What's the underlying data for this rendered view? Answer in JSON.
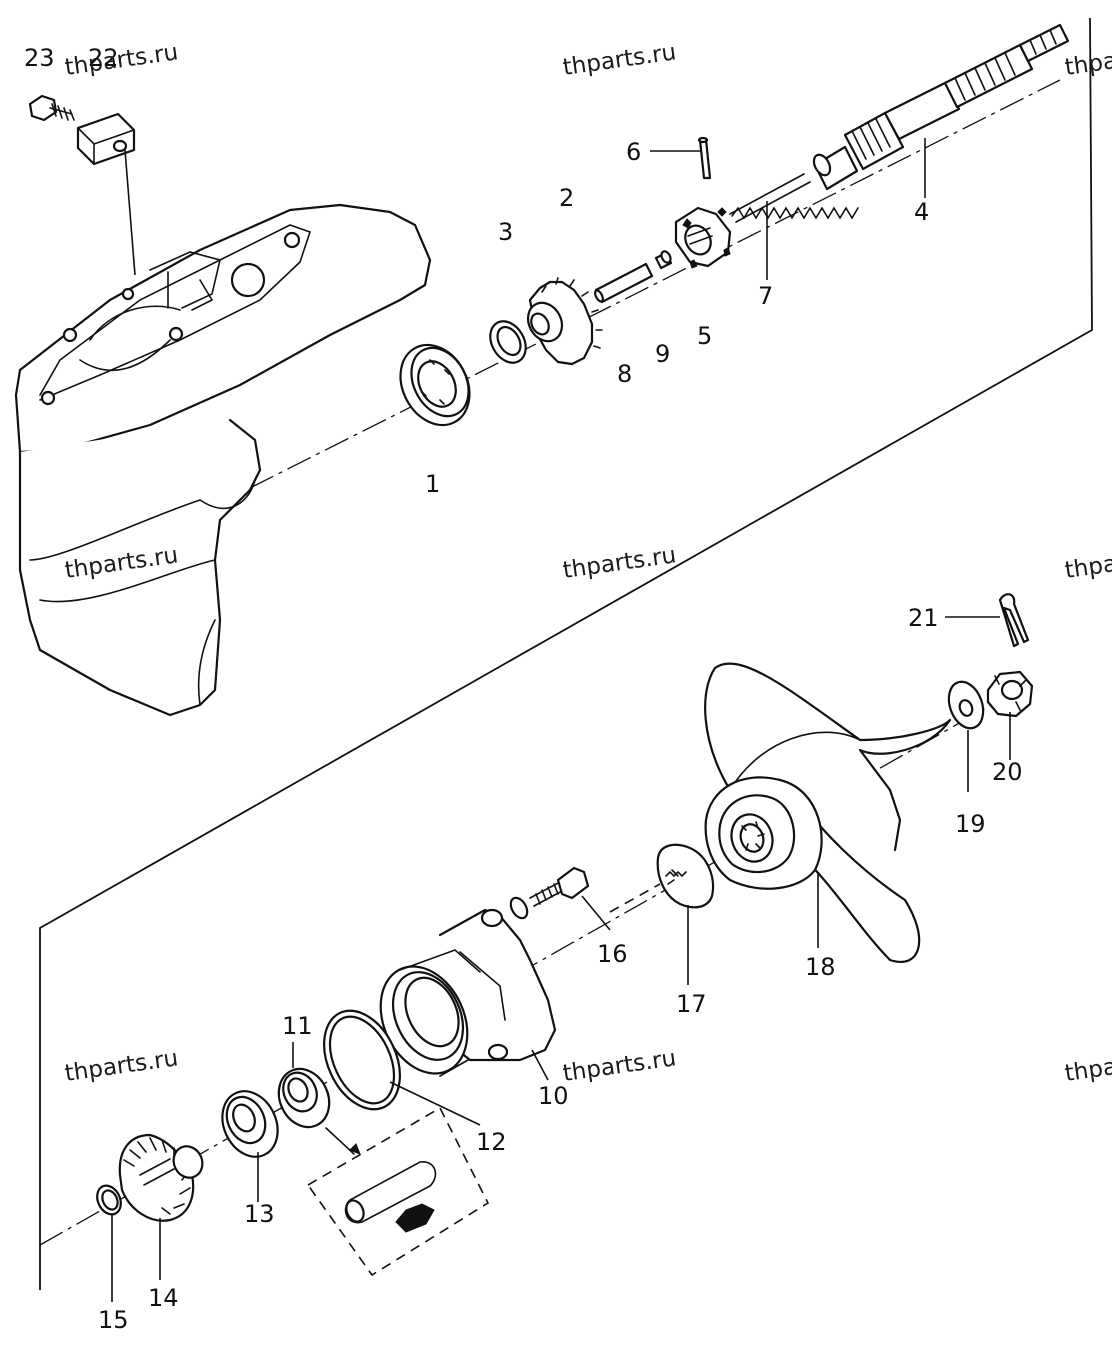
{
  "watermark": "thparts.ru",
  "watermark_partial": "thpa",
  "callouts": {
    "c1": "1",
    "c2": "2",
    "c3": "3",
    "c4": "4",
    "c5": "5",
    "c6": "6",
    "c7": "7",
    "c8": "8",
    "c9": "9",
    "c10": "10",
    "c11": "11",
    "c12": "12",
    "c13": "13",
    "c14": "14",
    "c15": "15",
    "c16": "16",
    "c17": "17",
    "c18": "18",
    "c19": "19",
    "c20": "20",
    "c21": "21",
    "c22": "22",
    "c23": "23"
  }
}
